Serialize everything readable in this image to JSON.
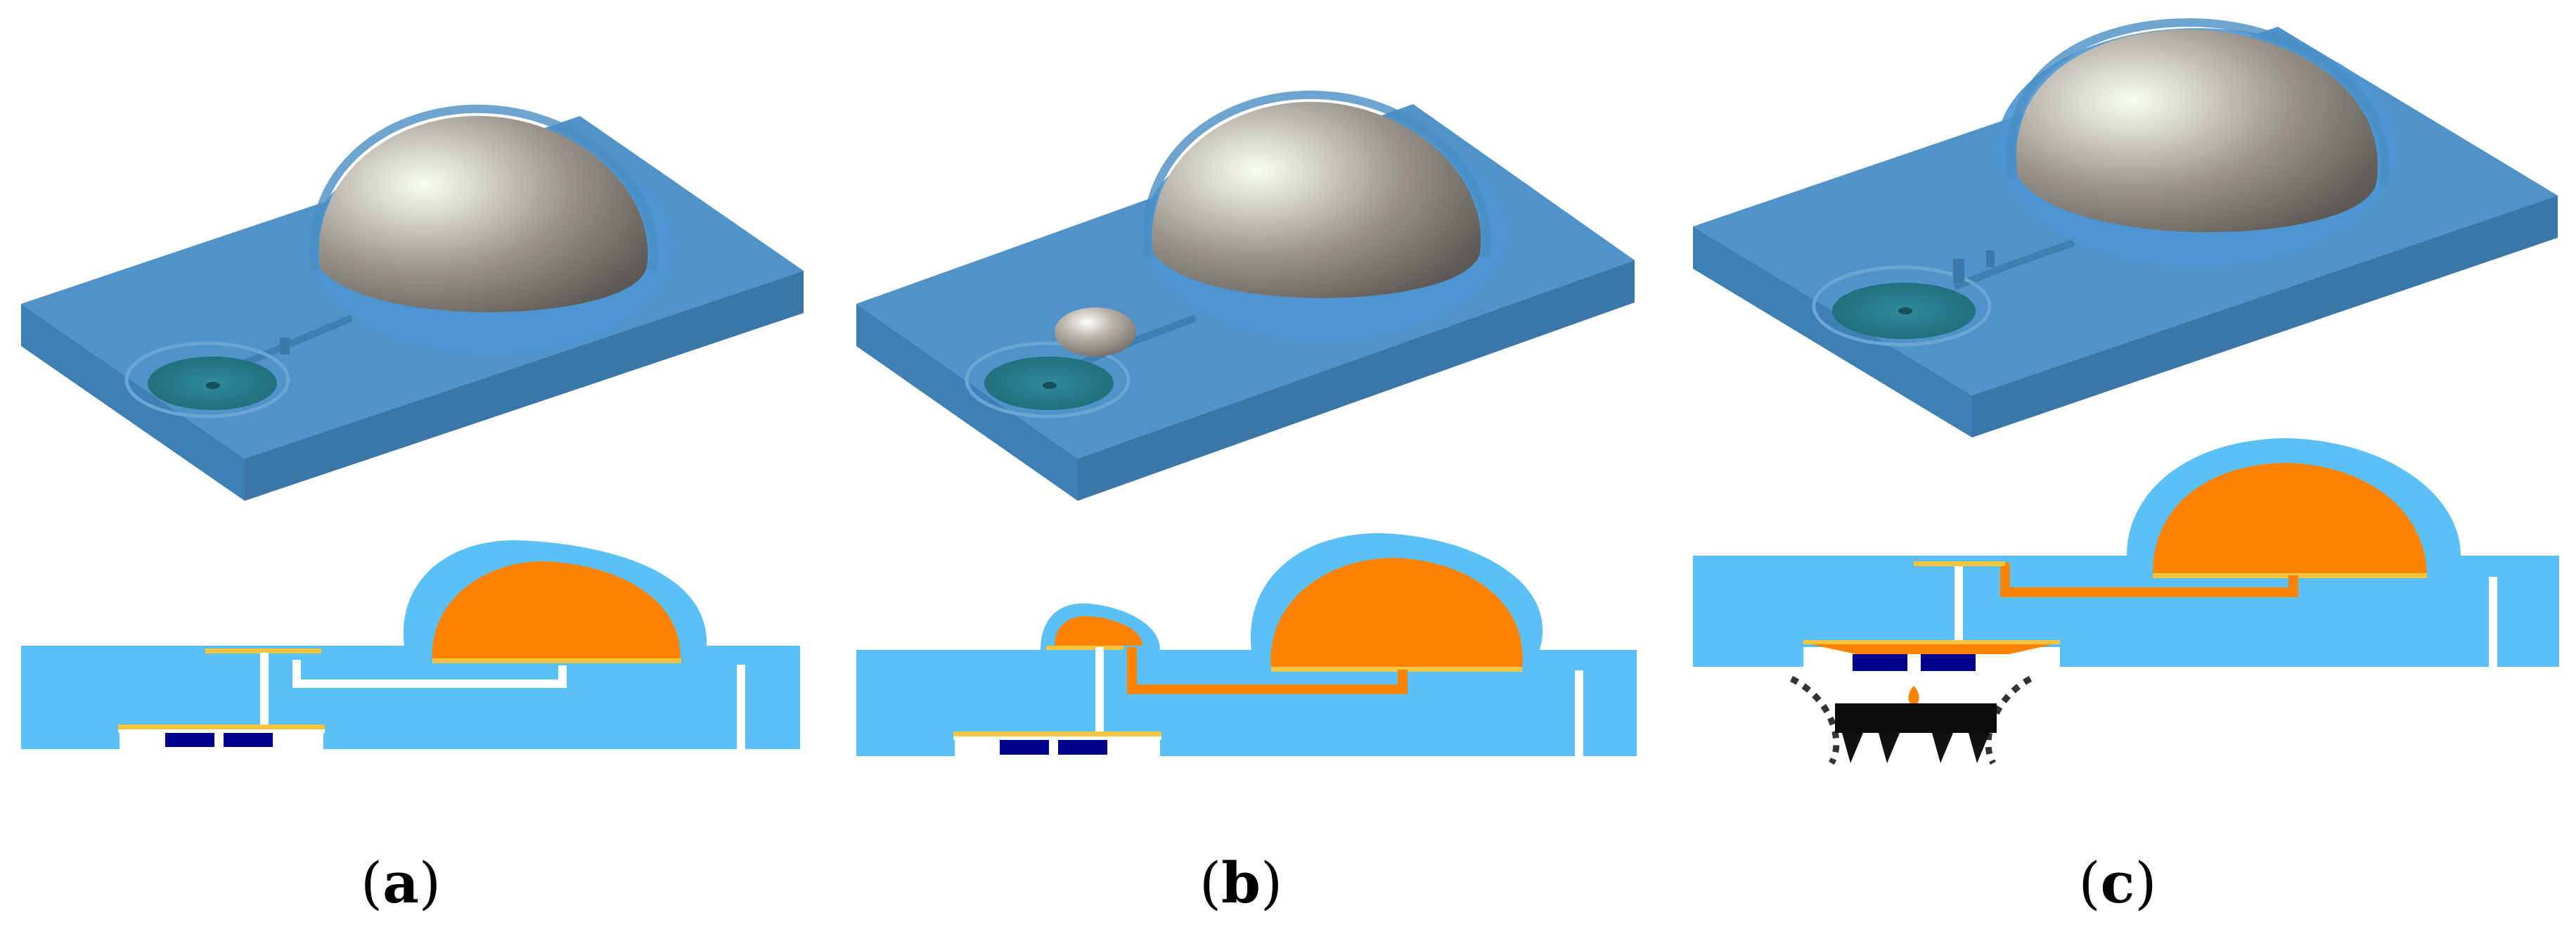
{
  "panels": [
    {
      "id": "a",
      "label_open": "(",
      "label_letter": "a",
      "label_close": ")"
    },
    {
      "id": "b",
      "label_open": "(",
      "label_letter": "b",
      "label_close": ")"
    },
    {
      "id": "c",
      "label_open": "(",
      "label_letter": "c",
      "label_close": ")"
    }
  ],
  "colors": {
    "substrate_top": "#4f93c8",
    "substrate_front": "#3f7fb3",
    "substrate_side": "#356fa0",
    "section_body": "#5bc0f5",
    "fluid": "#ff8200",
    "electrode": "#f5c542",
    "channel": "#ffffff",
    "coil": "#00008f",
    "dome_metal": "#9a948c",
    "valve_disk": "#2a7d8c",
    "needles": "#111111"
  }
}
